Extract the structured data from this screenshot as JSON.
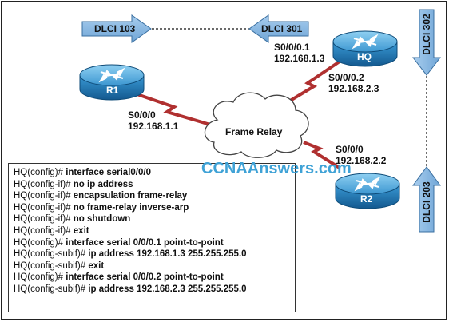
{
  "dlci": {
    "r1_side": "DLCI 103",
    "hq_r1_side": "DLCI 301",
    "hq_r2_side": "DLCI 302",
    "r2_side": "DLCI 203"
  },
  "routers": {
    "r1": {
      "name": "R1",
      "interface": "S0/0/0",
      "ip": "192.168.1.1"
    },
    "hq": {
      "name": "HQ",
      "sub1": {
        "interface": "S0/0/0.1",
        "ip": "192.168.1.3"
      },
      "sub2": {
        "interface": "S0/0/0.2",
        "ip": "192.168.2.3"
      }
    },
    "r2": {
      "name": "R2",
      "interface": "S0/0/0",
      "ip": "192.168.2.2"
    }
  },
  "cloud_label": "Frame Relay",
  "watermark": "CCNAAnswers.com",
  "config_lines": [
    {
      "prompt": "HQ(config)#",
      "cmd": "interface serial0/0/0"
    },
    {
      "prompt": "HQ(config-if)#",
      "cmd": "no ip address"
    },
    {
      "prompt": "HQ(config-if)#",
      "cmd": "encapsulation frame-relay"
    },
    {
      "prompt": "HQ(config-if)#",
      "cmd": "no frame-relay inverse-arp"
    },
    {
      "prompt": "HQ(config-if)#",
      "cmd": "no shutdown"
    },
    {
      "prompt": "HQ(config-if)#",
      "cmd": "exit"
    },
    {
      "prompt": "HQ(config)#",
      "cmd": "interface serial 0/0/0.1 point-to-point"
    },
    {
      "prompt": "HQ(config-subif)#",
      "cmd": "ip address 192.168.1.3 255.255.255.0"
    },
    {
      "prompt": "HQ(config-subif)#",
      "cmd": "exit"
    },
    {
      "prompt": "HQ(config)#",
      "cmd": "interface serial 0/0/0.2 point-to-point"
    },
    {
      "prompt": "HQ(config-subif)#",
      "cmd": "ip address 192.168.2.3 255.255.255.0"
    }
  ],
  "colors": {
    "router_body": "#1f7fbf",
    "router_top": "#5cb0e0",
    "link": "#b03030",
    "arrow_fill": "#7fb4de",
    "arrow_stroke": "#3a6fa0",
    "cloud_fill": "#ffffff",
    "watermark": "#3fa2d6"
  }
}
